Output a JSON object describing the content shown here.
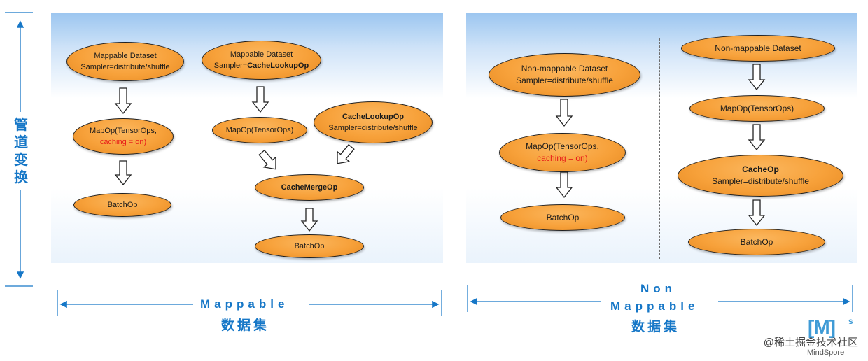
{
  "vertical_label": "管道变换",
  "left_section": {
    "title": "Mappable",
    "subtitle": "数据集"
  },
  "right_section": {
    "title_line1": "Non",
    "title_line2": "Mappable",
    "subtitle": "数据集"
  },
  "flow_a": {
    "dataset": {
      "line1": "Mappable Dataset",
      "line2": "Sampler=distribute/shuffle"
    },
    "map": {
      "line1": "MapOp(TensorOps,",
      "line2": "caching = on)"
    },
    "batch": "BatchOp"
  },
  "flow_b": {
    "dataset": {
      "line1": "Mappable Dataset",
      "line2_prefix": "Sampler=",
      "line2_bold": "CacheLookupOp"
    },
    "map": "MapOp(TensorOps)",
    "lookup": {
      "line1": "CacheLookupOp",
      "line2": "Sampler=distribute/shuffle"
    },
    "merge": "CacheMergeOp",
    "batch": "BatchOp"
  },
  "flow_c": {
    "dataset": {
      "line1": "Non-mappable Dataset",
      "line2": "Sampler=distribute/shuffle"
    },
    "map": {
      "line1": "MapOp(TensorOps,",
      "line2": "caching = on)"
    },
    "batch": "BatchOp"
  },
  "flow_d": {
    "dataset": "Non-mappable Dataset",
    "map": "MapOp(TensorOps)",
    "cache": {
      "line1": "CacheOp",
      "line2": "Sampler=distribute/shuffle"
    },
    "batch": "BatchOp"
  },
  "watermark": "@稀土掘金技术社区",
  "logo": {
    "mark": "[M]",
    "sup": "s",
    "text": "MindSpore"
  },
  "colors": {
    "node_fill": "#f7a13a",
    "accent_blue": "#1677c7",
    "highlight_red": "#e8201a"
  }
}
